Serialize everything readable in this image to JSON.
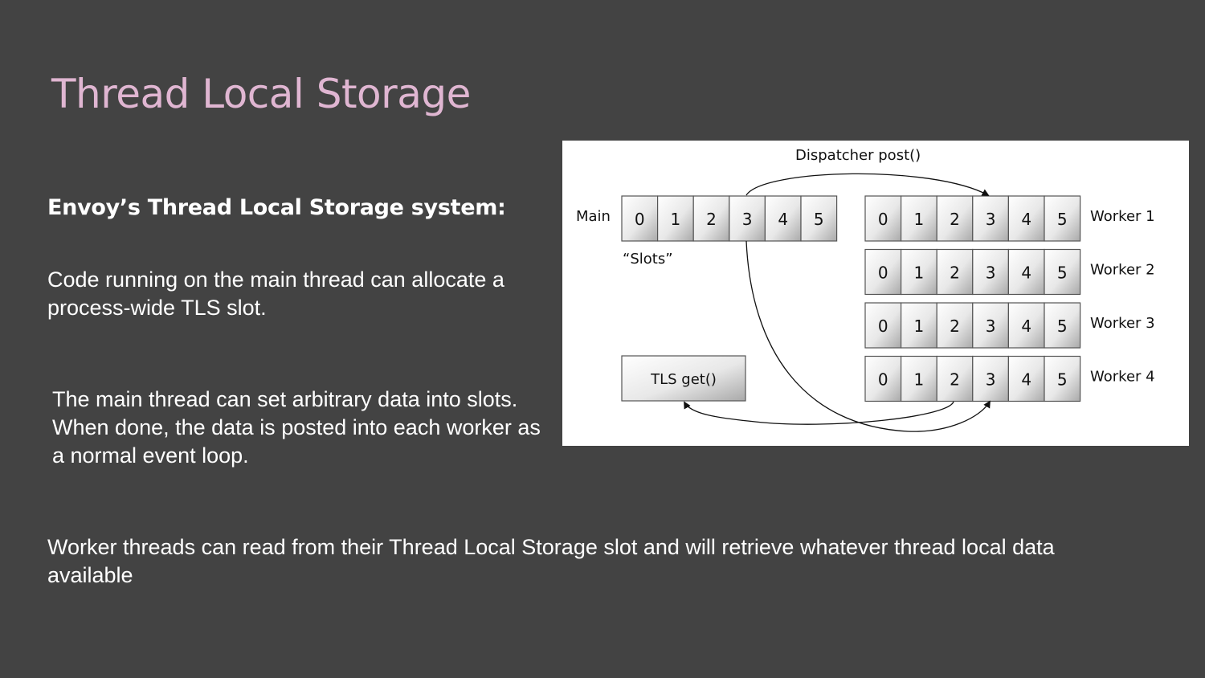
{
  "title": "Thread Local Storage",
  "heading": "Envoy’s Thread Local Storage system:",
  "paragraphs": [
    "Code running on the main thread can allocate a process-wide TLS slot.",
    "The main thread can set arbitrary data into slots. When done, the data is posted into each worker as a normal event loop.",
    "Worker threads can read from their Thread Local Storage slot and will retrieve whatever thread local data available"
  ],
  "diagram": {
    "dispatcher_label": "Dispatcher post()",
    "main_label": "Main",
    "slots_label": "“Slots”",
    "tls_get_label": "TLS get()",
    "slot_indices": [
      "0",
      "1",
      "2",
      "3",
      "4",
      "5"
    ],
    "workers": [
      "Worker 1",
      "Worker 2",
      "Worker 3",
      "Worker 4"
    ]
  }
}
